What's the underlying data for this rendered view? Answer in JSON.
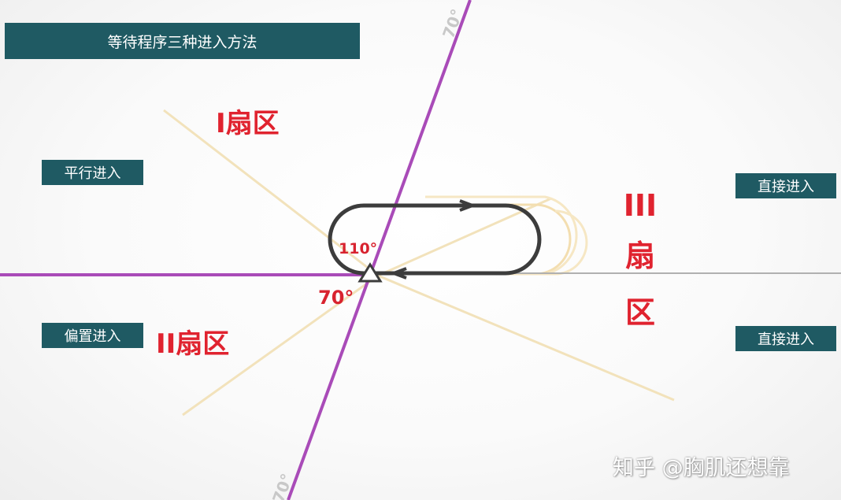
{
  "title": "等待程序三种进入方法",
  "entries": {
    "parallel": "平行进入",
    "offset": "偏置进入",
    "direct_top": "直接进入",
    "direct_bottom": "直接进入"
  },
  "sectors": {
    "sector1": "I扇区",
    "sector2": "II扇区",
    "sector3_numeral": "III",
    "sector3_char1": "扇",
    "sector3_char2": "区"
  },
  "angles": {
    "inner": "110°",
    "outer": "70°",
    "top_faint": "70°",
    "bottom_faint": "70°"
  },
  "watermark": "知乎 @胸肌还想靠",
  "colors": {
    "box_bg": "#1f5a63",
    "sector_red": "#e0232f",
    "sector_line": "#a94bb8",
    "pattern": "#3c3c3c",
    "faint_pattern": "#f0dba8"
  }
}
